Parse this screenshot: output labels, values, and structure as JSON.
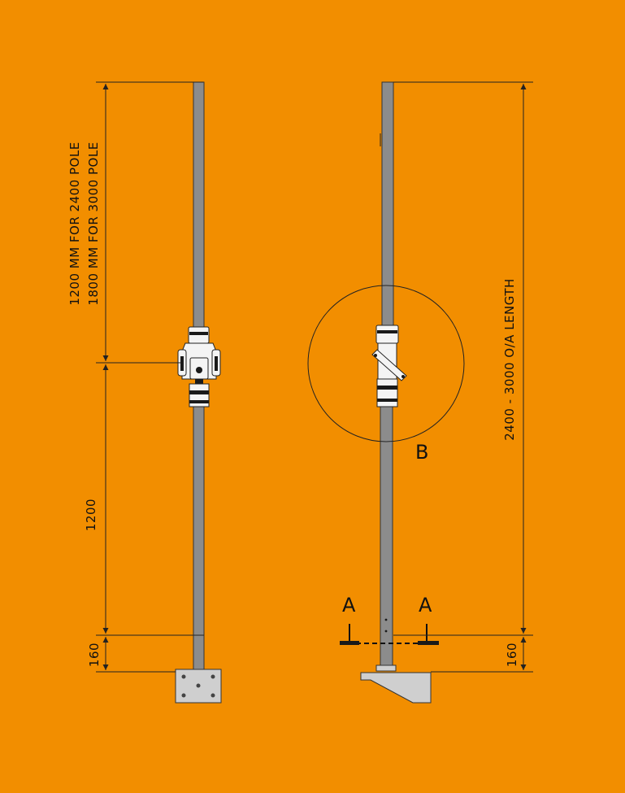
{
  "dimensions": {
    "top_section_line1": "1200 MM FOR 2400 POLE",
    "top_section_line2": "1800 MM FOR 3000 POLE",
    "lower_section": "1200",
    "base_left": "160",
    "base_right": "160",
    "overall_length": "2400 - 3000 O/A LENGTH"
  },
  "labels": {
    "detail": "B",
    "section_left": "A",
    "section_right": "A"
  }
}
